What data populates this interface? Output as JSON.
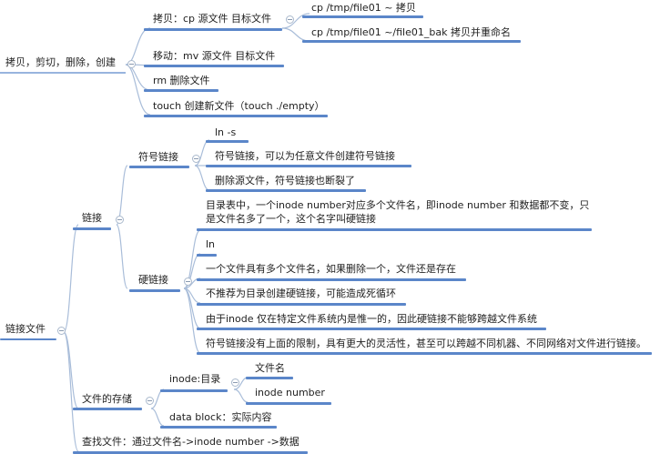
{
  "theme": {
    "branch_color": "#5b86c9",
    "connector_color": "#a9bdd9",
    "text_color": "#222222"
  },
  "mindmap": {
    "copy_group": {
      "label": "拷贝，剪切，删除，创建",
      "children": [
        {
          "label": "拷贝：cp 源文件  目标文件",
          "children": [
            {
              "label": "cp /tmp/file01 ~ 拷贝"
            },
            {
              "label": "cp /tmp/file01 ~/file01_bak  拷贝并重命名"
            }
          ]
        },
        {
          "label": "移动：mv 源文件 目标文件"
        },
        {
          "label": "rm 删除文件"
        },
        {
          "label": "touch 创建新文件（touch ./empty）"
        }
      ]
    },
    "link_group": {
      "label": "链接文件",
      "children": [
        {
          "label": "链接",
          "children": [
            {
              "label": "符号链接",
              "children": [
                {
                  "label": "ln -s"
                },
                {
                  "label": "符号链接，可以为任意文件创建符号链接"
                },
                {
                  "label": "删除源文件，符号链接也断裂了"
                }
              ]
            },
            {
              "label": "硬链接",
              "children": [
                {
                  "label_line1": "目录表中，一个inode number对应多个文件名，即inode number 和数据都不变，只",
                  "label_line2": "是文件名多了一个，这个名字叫硬链接"
                },
                {
                  "label": "ln"
                },
                {
                  "label": "一个文件具有多个文件名，如果删除一个，文件还是存在"
                },
                {
                  "label": "不推荐为目录创建硬链接，可能造成死循环"
                },
                {
                  "label": "由于inode 仅在特定文件系统内是惟一的，因此硬链接不能够跨越文件系统"
                },
                {
                  "label": "符号链接没有上面的限制，具有更大的灵活性，甚至可以跨越不同机器、不同网络对文件进行链接。"
                }
              ]
            }
          ]
        },
        {
          "label": "文件的存储",
          "children": [
            {
              "label": "inode:目录",
              "children": [
                {
                  "label": "文件名"
                },
                {
                  "label": "inode number"
                }
              ]
            },
            {
              "label": "data block：实际内容"
            }
          ]
        },
        {
          "label": "查找文件：通过文件名->inode number ->数据"
        }
      ]
    }
  }
}
